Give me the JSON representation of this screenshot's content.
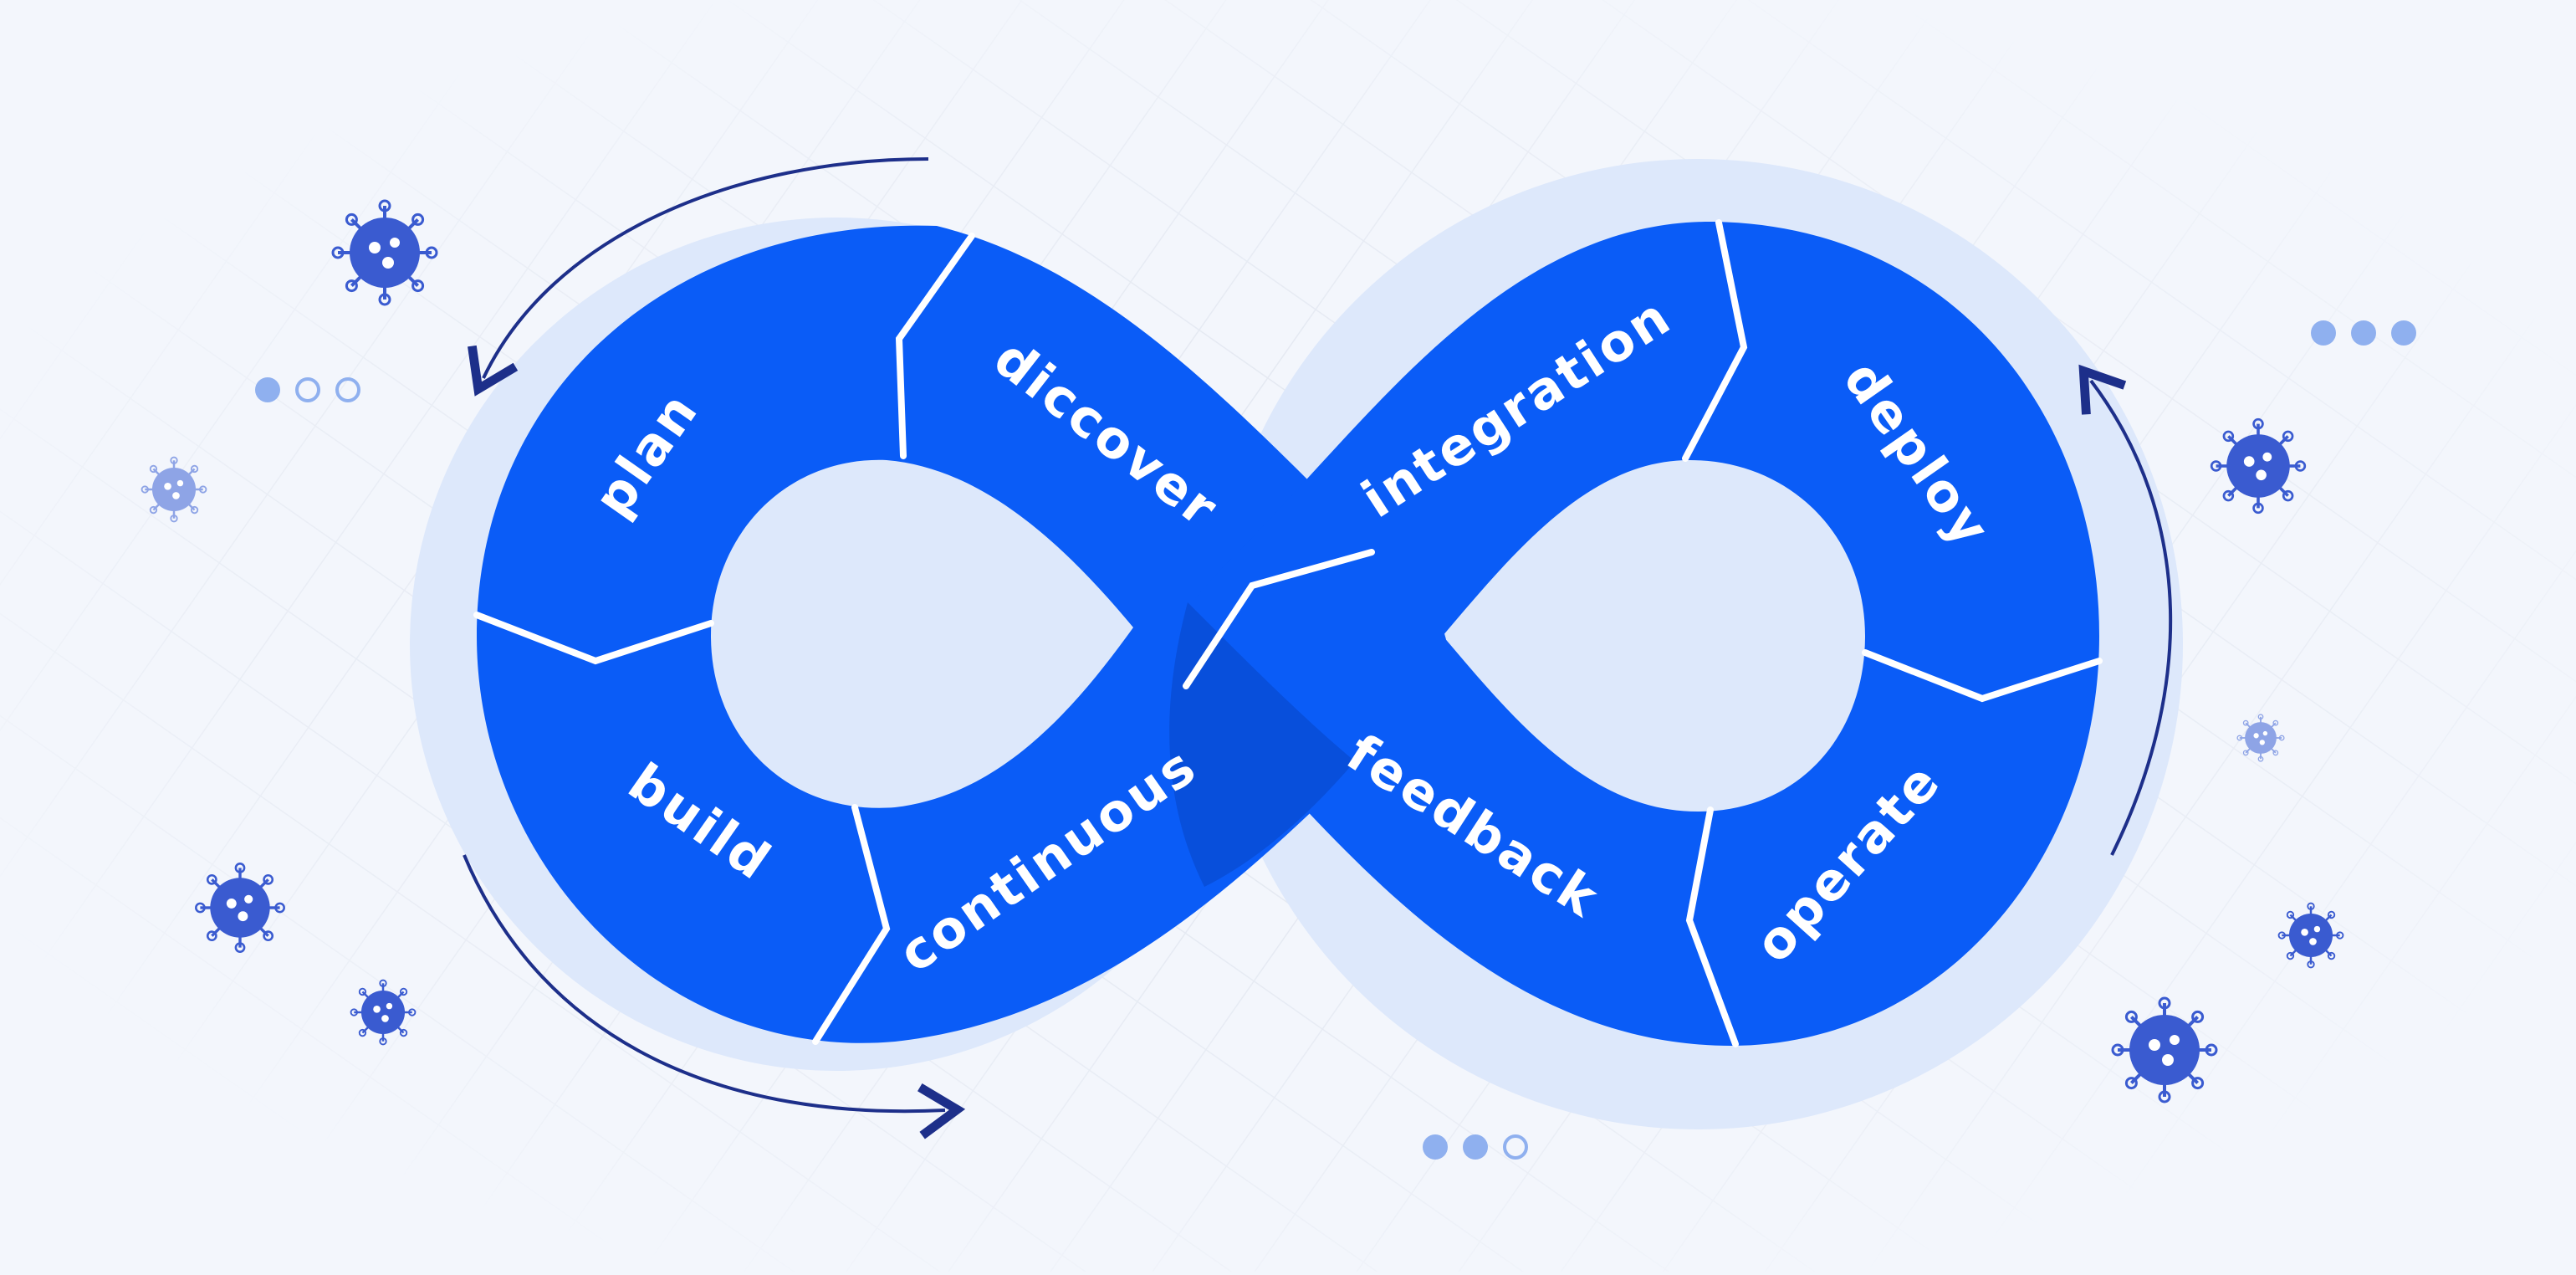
{
  "diagram": {
    "segments": [
      {
        "id": "plan",
        "label": "plan"
      },
      {
        "id": "diccover",
        "label": "diccover"
      },
      {
        "id": "integration",
        "label": "integration"
      },
      {
        "id": "deploy",
        "label": "deploy"
      },
      {
        "id": "build",
        "label": "build"
      },
      {
        "id": "continuous",
        "label": "continuous"
      },
      {
        "id": "feedback",
        "label": "feedback"
      },
      {
        "id": "operate",
        "label": "operate"
      }
    ]
  },
  "colors": {
    "background": "#f3f6fc",
    "grid": "#dfe4ee",
    "halo": "#dde8fb",
    "loop_blue": "#0a5cf7",
    "loop_blue_dark": "#0745c4",
    "divider": "#ffffff",
    "label": "#ffffff",
    "arrow": "#1d2f8a",
    "virus": "#3a5bd0",
    "virus_light": "#8ea4e6",
    "dot": "#8fb0ef"
  },
  "decorations": {
    "virus_icons": "virus-icon",
    "dot_indicators": [
      {
        "name": "dots-left",
        "pattern": [
          "filled",
          "outline",
          "outline"
        ]
      },
      {
        "name": "dots-right",
        "pattern": [
          "filled",
          "filled",
          "filled"
        ]
      },
      {
        "name": "dots-bottom",
        "pattern": [
          "filled",
          "filled",
          "outline"
        ]
      }
    ]
  }
}
